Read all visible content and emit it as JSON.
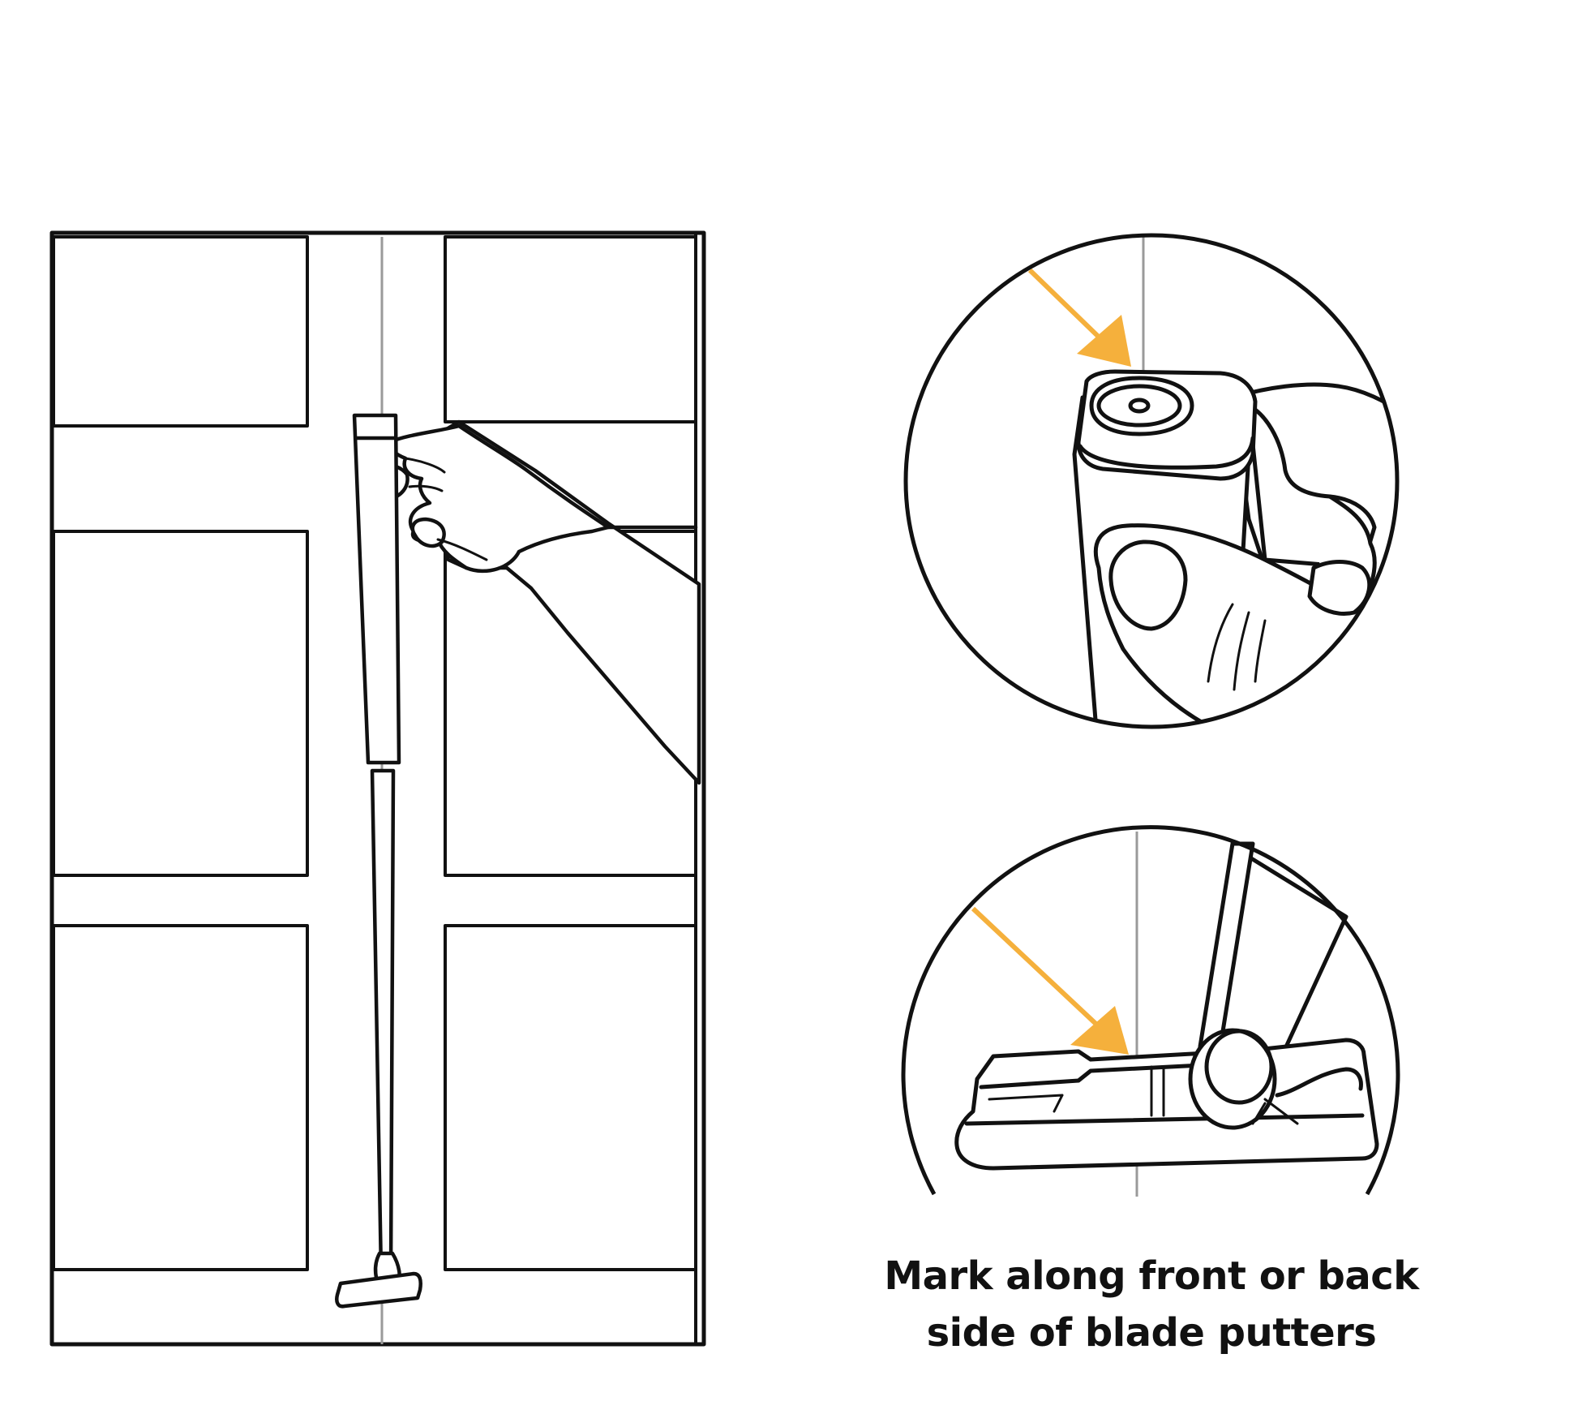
{
  "caption": {
    "line1": "Mark along front or back",
    "line2": "side of blade putters"
  },
  "colors": {
    "ink": "#111111",
    "alignment_line": "#9a9a9a",
    "arrow": "#f5b03c",
    "background": "#ffffff"
  },
  "figures": [
    {
      "name": "door-with-hand-holding-putter",
      "depicts": "hand holding putter vertically against a panel door"
    },
    {
      "name": "grip-closeup-circle",
      "depicts": "thumb and fingers on putter grip with arrow to grip end"
    },
    {
      "name": "blade-closeup-circle",
      "depicts": "blade putter head with arrow to top edge"
    }
  ]
}
